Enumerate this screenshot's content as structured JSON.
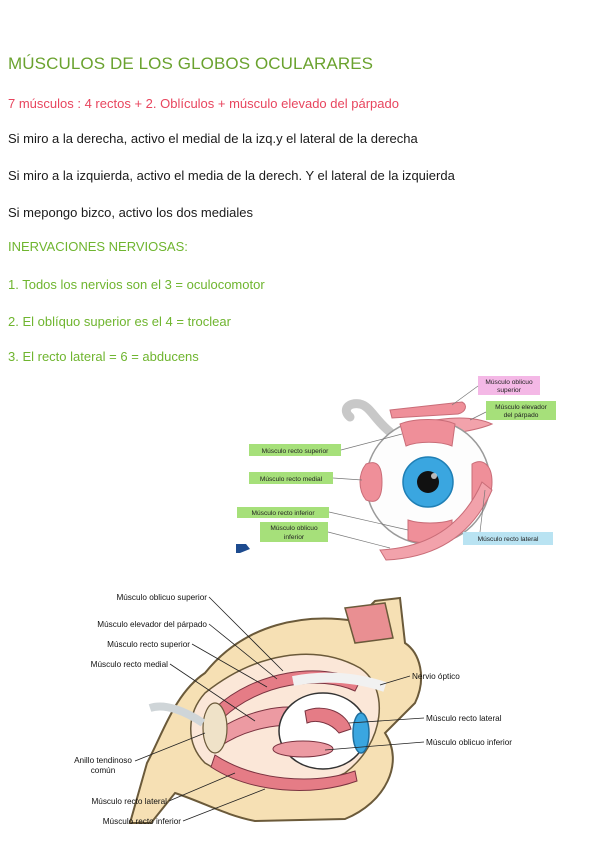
{
  "doc": {
    "title": "MÚSCULOS DE LOS GLOBOS OCULARARES",
    "subtitle": "7 músculos : 4 rectos + 2. Oblículos + músculo elevado del párpado",
    "p1": "Si miro a la derecha, activo el medial de la izq.y el lateral de la derecha",
    "p2": "Si miro a la izquierda, activo el media de la derech. Y el lateral de la izquierda",
    "p3": "Si mepongo bizco, activo los dos mediales",
    "inerv_heading": "INERVACIONES NERVIOSAS:",
    "inerv1": "1. Todos los nervios son el 3 = oculocomotor",
    "inerv2": "2. El oblíquo superior  es el 4 = troclear",
    "inerv3": "3. El recto lateral = 6 = abducens"
  },
  "figure1": {
    "labels": {
      "oblicuo_superior_1": "Músculo oblicuo",
      "oblicuo_superior_2": "superior",
      "elevador_1": "Músculo elevador",
      "elevador_2": "del párpado",
      "recto_superior": "Músculo recto superior",
      "recto_medial": "Músculo recto medial",
      "recto_inferior": "Músculo recto inferior",
      "oblicuo_inferior_1": "Músculo oblicuo",
      "oblicuo_inferior_2": "inferior",
      "recto_lateral": "Músculo recto lateral"
    },
    "colors": {
      "pink": "#f4b8e6",
      "green": "#a6e07a",
      "blue": "#b9e3f2",
      "muscle": "#ef8f99",
      "iris": "#3aa6e0"
    }
  },
  "figure2": {
    "labels": {
      "oblicuo_superior": "Músculo oblicuo superior",
      "elevador": "Músculo elevador del párpado",
      "recto_superior": "Músculo recto superior",
      "recto_medial": "Músculo recto medial",
      "nervio_optico": "Nervio óptico",
      "recto_lateral_r": "Músculo recto lateral",
      "oblicuo_inferior": "Músculo oblicuo inferior",
      "anillo_1": "Anillo tendinoso",
      "anillo_2": "común",
      "recto_lateral_l": "Músculo recto lateral",
      "recto_inferior": "Músculo recto inferior"
    }
  }
}
